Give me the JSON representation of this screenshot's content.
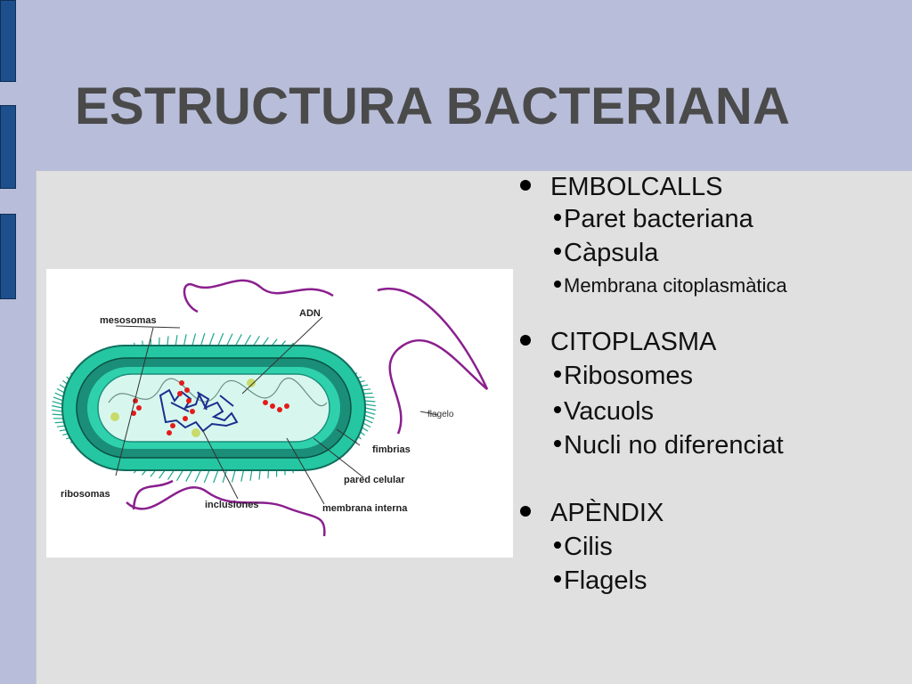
{
  "slide": {
    "title": "ESTRUCTURA BACTERIANA",
    "colors": {
      "background": "#b8bdd9",
      "panel": "#e0e0e0",
      "tab": "#1d4f8c",
      "title": "#4a4a4a"
    }
  },
  "diagram": {
    "labels": {
      "mesosomas": "mesosomas",
      "adn": "ADN",
      "flagelo": "flagelo",
      "fimbrias": "fimbrias",
      "pared_celular": "pared celular",
      "membrana_interna": "membrana interna",
      "inclusiones": "inclusiones",
      "ribosomas": "ribosomas"
    }
  },
  "list": {
    "sections": [
      {
        "heading": "EMBOLCALLS",
        "items": [
          "Paret bacteriana",
          "Càpsula",
          "Membrana citoplasmàtica"
        ]
      },
      {
        "heading": "CITOPLASMA",
        "items": [
          "Ribosomes",
          "Vacuols",
          "Nucli no diferenciat"
        ]
      },
      {
        "heading": "APÈNDIX",
        "items": [
          "Cilis",
          "Flagels"
        ]
      }
    ]
  }
}
